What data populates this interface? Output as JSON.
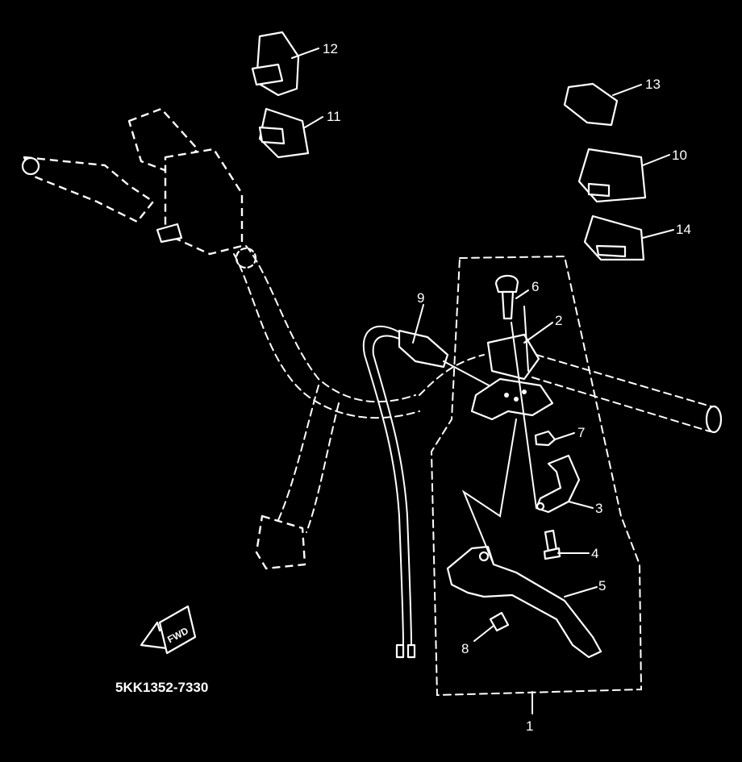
{
  "diagram": {
    "part_code": "5KK1352-7330",
    "fwd_label": "FWD",
    "callouts": {
      "c1": "1",
      "c2": "2",
      "c3": "3",
      "c4": "4",
      "c5": "5",
      "c6": "6",
      "c7": "7",
      "c8": "8",
      "c9": "9",
      "c10": "10",
      "c11": "11",
      "c12": "12",
      "c13": "13",
      "c14": "14"
    }
  }
}
